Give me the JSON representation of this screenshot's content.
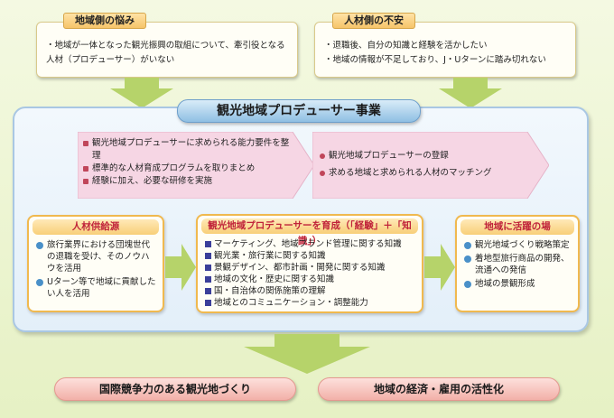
{
  "concern_left": {
    "title": "地域側の悩み",
    "items": [
      "地域が一体となった観光振興の取組について、牽引役となる人材（プロデューサー）がいない"
    ]
  },
  "concern_right": {
    "title": "人材側の不安",
    "items": [
      "退職後、自分の知識と経験を活かしたい",
      "地域の情報が不足しており、J・Uターンに踏み切れない"
    ]
  },
  "program_title": "観光地域プロデューサー事業",
  "chevron_left": {
    "items": [
      "観光地域プロデューサーに求められる能力要件を整理",
      "標準的な人材育成プログラムを取りまとめ",
      "経験に加え、必要な研修を実施"
    ]
  },
  "chevron_right": {
    "items": [
      "観光地域プロデューサーの登録",
      "求める地域と求められる人材のマッチング"
    ]
  },
  "box_supply": {
    "title": "人材供給源",
    "items": [
      "旅行業界における団塊世代の退職を受け、そのノウハウを活用",
      "Uターン等で地域に貢献したい人を活用"
    ]
  },
  "box_train": {
    "title": "観光地域プロデューサーを育成（「経験」＋「知識」）",
    "items": [
      "マーケティング、地域ブランド管理に関する知識",
      "観光業・旅行業に関する知識",
      "景観デザイン、都市計画・開発に関する知識",
      "地域の文化・歴史に関する知識",
      "国・自治体の関係施策の理解",
      "地域とのコミュニケーション・調整能力"
    ]
  },
  "box_place": {
    "title": "地域に活躍の場",
    "items": [
      "観光地域づくり戦略策定",
      "着地型旅行商品の開発、流通への発信",
      "地域の景観形成"
    ]
  },
  "outcome_left": "国際競争力のある観光地づくり",
  "outcome_right": "地域の経済・雇用の活性化",
  "colors": {
    "arrow_green": "#b6d36a",
    "chevron_pink": "#f6d6e4",
    "title_red": "#c0233a",
    "panel_blue": "#e3eff9"
  }
}
